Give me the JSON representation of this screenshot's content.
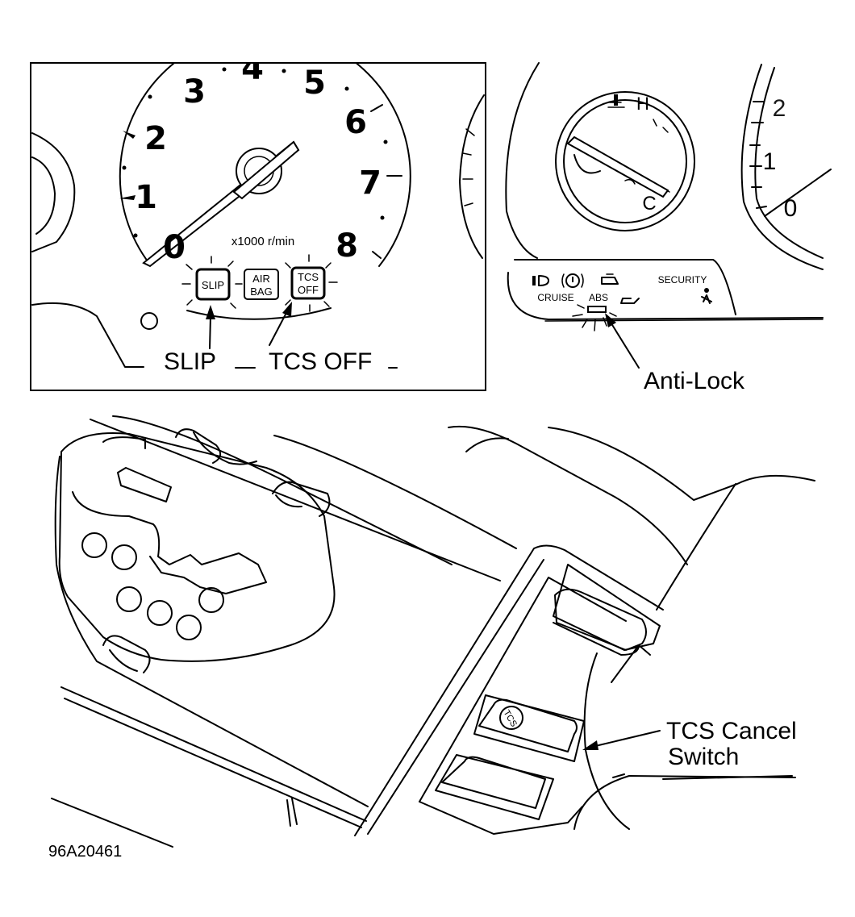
{
  "tachometer": {
    "numerals": [
      "0",
      "1",
      "2",
      "3",
      "4",
      "5",
      "6",
      "7",
      "8"
    ],
    "unit_label": "x1000 r/min",
    "lamps": {
      "slip": "SLIP",
      "airbag_line1": "AIR",
      "airbag_line2": "BAG",
      "tcs_line1": "TCS",
      "tcs_line2": "OFF"
    }
  },
  "callouts": {
    "slip": "SLIP",
    "tcs_off": "TCS OFF",
    "anti_lock": "Anti-Lock",
    "tcs_cancel_line1": "TCS Cancel",
    "tcs_cancel_line2": "Switch"
  },
  "cluster": {
    "gauge_hot": "H",
    "gauge_cold": "C",
    "speedo_digits": [
      "2",
      "1",
      "0"
    ],
    "security": "SECURITY",
    "cruise": "CRUISE",
    "abs": "ABS"
  },
  "console": {
    "switch_label": "TCS"
  },
  "figure_id": "96A20461"
}
